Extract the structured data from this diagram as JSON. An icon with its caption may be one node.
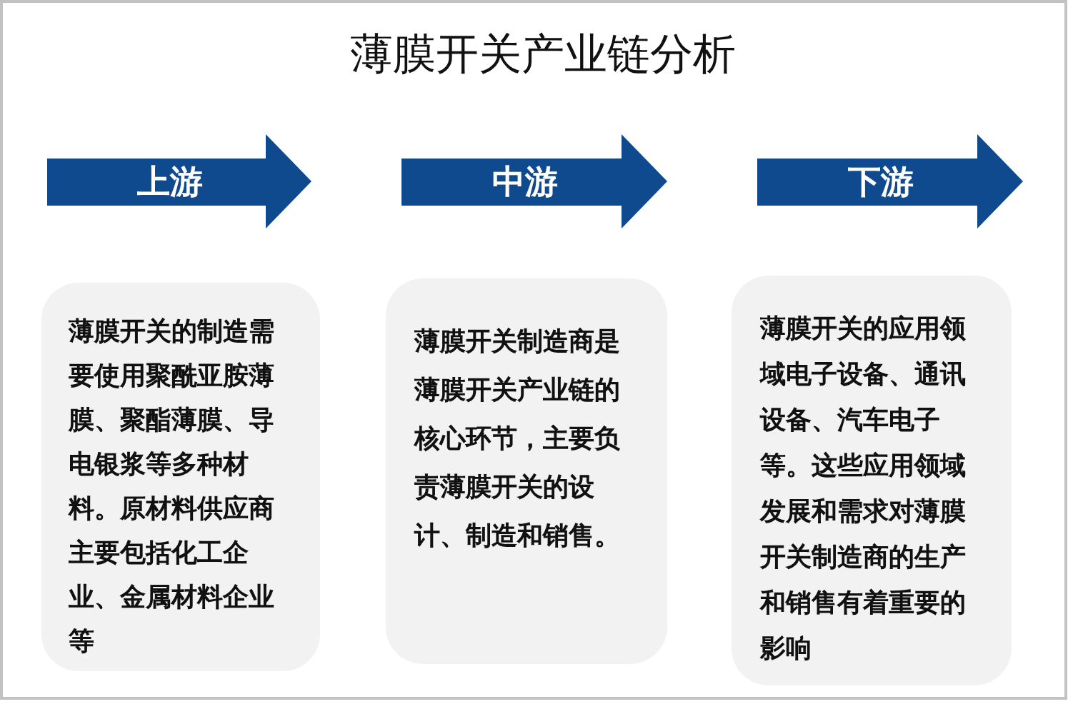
{
  "diagram": {
    "title": "薄膜开关产业链分析",
    "nodes": [
      {
        "text": [
          "上游"
        ]
      },
      {
        "text": [
          "中游"
        ]
      },
      {
        "text": [
          "下游"
        ]
      },
      {
        "text": [
          "薄膜开关的制造需要使用聚酰亚胺薄膜、聚酯薄膜、导电银浆等多种材料。原材料供应商主要包括化工企业、金属材料企业等"
        ]
      },
      {
        "text": [
          "薄膜开关制造商是薄膜开关产业链的核心环节，主要负责薄膜开关的设计、制造和销售。"
        ]
      },
      {
        "text": [
          "薄膜开关的应用领域电子设备、通讯设备、汽车电子等。这些应用领域发展和需求对薄膜开关制造商的生产和销售有着重要的影响"
        ]
      }
    ]
  }
}
